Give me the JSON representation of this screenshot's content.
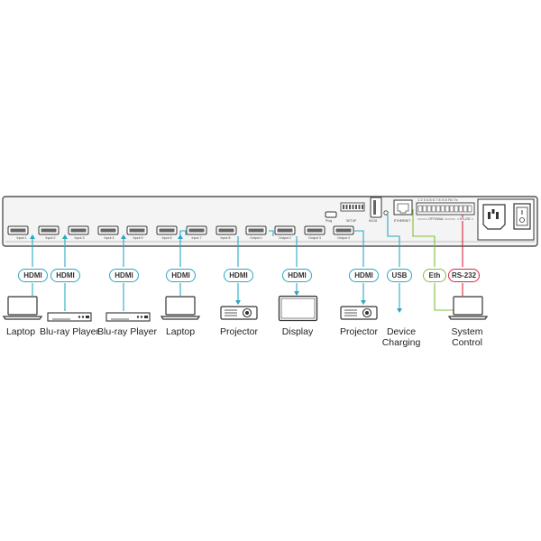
{
  "ports": {
    "hdmi": [
      "Input 1",
      "Input 2",
      "Input 3",
      "Input 4",
      "Input 5",
      "Input 6",
      "Input 7",
      "Input 8",
      "Output 1",
      "Output 2",
      "Output 3",
      "Output 4"
    ],
    "micro_usb": "Prog",
    "setup_dip": "SETUP",
    "usb_a": "5V/2A",
    "ethernet": "ETHERNET",
    "optional": "OPTIONAL",
    "rs232": "RS-232",
    "terminal_numbers": "1 2 3 4 5 6 7 8 9  G Rx Tx"
  },
  "badges": {
    "hdmi": "HDMI",
    "usb": "USB",
    "eth": "Eth",
    "rs232": "RS-232"
  },
  "devices": {
    "laptop_1": "Laptop",
    "bluray_1": "Blu-ray Player",
    "bluray_2": "Blu-ray Player",
    "laptop_2": "Laptop",
    "projector_1": "Projector",
    "display": "Display",
    "projector_2": "Projector",
    "device_charging": "Device Charging",
    "system_control": "System Control"
  },
  "colors": {
    "hdmi_line": "#29a8c4",
    "eth_line": "#7fbf3f",
    "rs232_line": "#d9263f",
    "chassis": "#f4f4f4",
    "outline": "#555555"
  }
}
